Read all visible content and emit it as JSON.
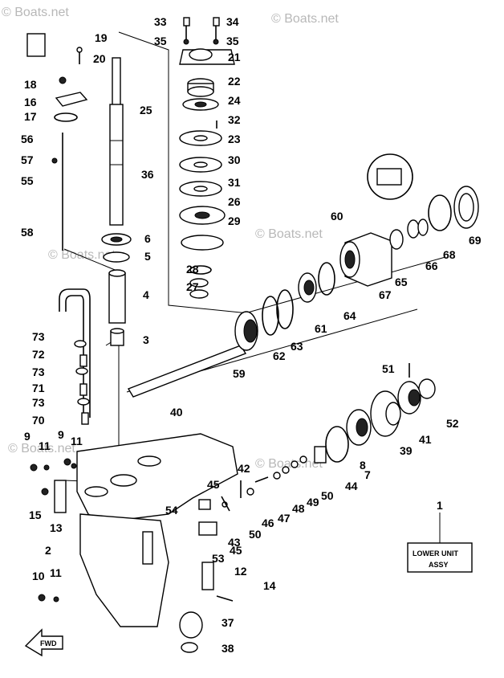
{
  "watermarks": [
    "© Boats.net",
    "© Boats.net",
    "© Boats.net",
    "© Boats.net",
    "© Boats.net",
    "© Boats.net"
  ],
  "assembly_box": {
    "line1": "LOWER UNIT",
    "line2": "ASSY",
    "ref": "1"
  },
  "fwd_label": "FWD",
  "callouts": [
    "33",
    "34",
    "35",
    "35",
    "21",
    "22",
    "24",
    "32",
    "23",
    "30",
    "31",
    "26",
    "29",
    "28",
    "27",
    "19",
    "20",
    "18",
    "16",
    "17",
    "56",
    "57",
    "55",
    "58",
    "25",
    "36",
    "6",
    "5",
    "4",
    "3",
    "73",
    "72",
    "73",
    "71",
    "73",
    "70",
    "60",
    "65",
    "66",
    "68",
    "69",
    "67",
    "61",
    "64",
    "62",
    "63",
    "59",
    "40",
    "51",
    "52",
    "41",
    "39",
    "8",
    "7",
    "44",
    "50",
    "49",
    "48",
    "47",
    "46",
    "45",
    "50",
    "54",
    "53",
    "43",
    "45",
    "42",
    "9",
    "11",
    "9",
    "11",
    "15",
    "13",
    "2",
    "10",
    "11",
    "12",
    "14",
    "37",
    "38"
  ]
}
